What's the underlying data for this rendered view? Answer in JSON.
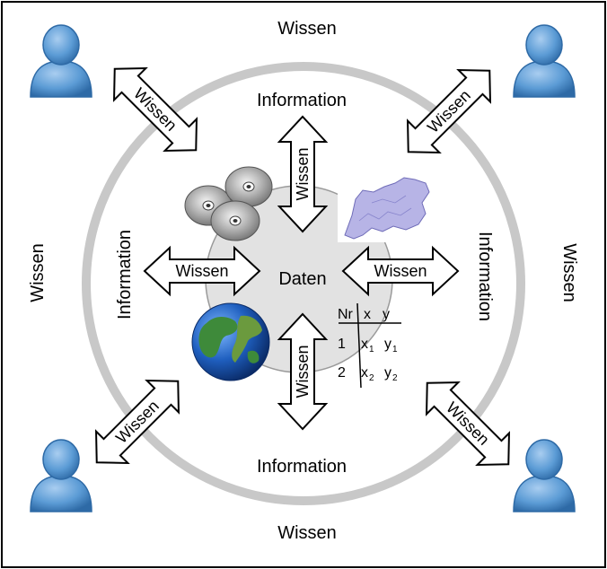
{
  "outer_labels": {
    "top": "Wissen",
    "bottom": "Wissen",
    "left": "Wissen",
    "right": "Wissen"
  },
  "information_labels": {
    "top": "Information",
    "bottom": "Information",
    "left": "Information",
    "right": "Information"
  },
  "center_label": "Daten",
  "arrows": {
    "inner_top": "Wissen",
    "inner_bottom": "Wissen",
    "inner_left": "Wissen",
    "inner_right": "Wissen",
    "diag_top_left": "Wissen",
    "diag_top_right": "Wissen",
    "diag_bottom_left": "Wissen",
    "diag_bottom_right": "Wissen"
  },
  "table": {
    "headers": [
      "Nr",
      "x",
      "y"
    ],
    "rows": [
      {
        "nr": "1",
        "x": "x",
        "x_sub": "1",
        "y": "y",
        "y_sub": "1"
      },
      {
        "nr": "2",
        "x": "x",
        "x_sub": "2",
        "y": "y",
        "y_sub": "2"
      }
    ]
  },
  "icons": [
    "person-icon",
    "person-icon",
    "person-icon",
    "person-icon",
    "cd-discs-icon",
    "globe-icon",
    "map-icon"
  ],
  "colors": {
    "ring": "#c8c8c8",
    "center_fill": "#e2e2e2",
    "person_fill": "#5b9bd5",
    "arrow_fill": "#ffffff",
    "arrow_stroke": "#000000"
  }
}
